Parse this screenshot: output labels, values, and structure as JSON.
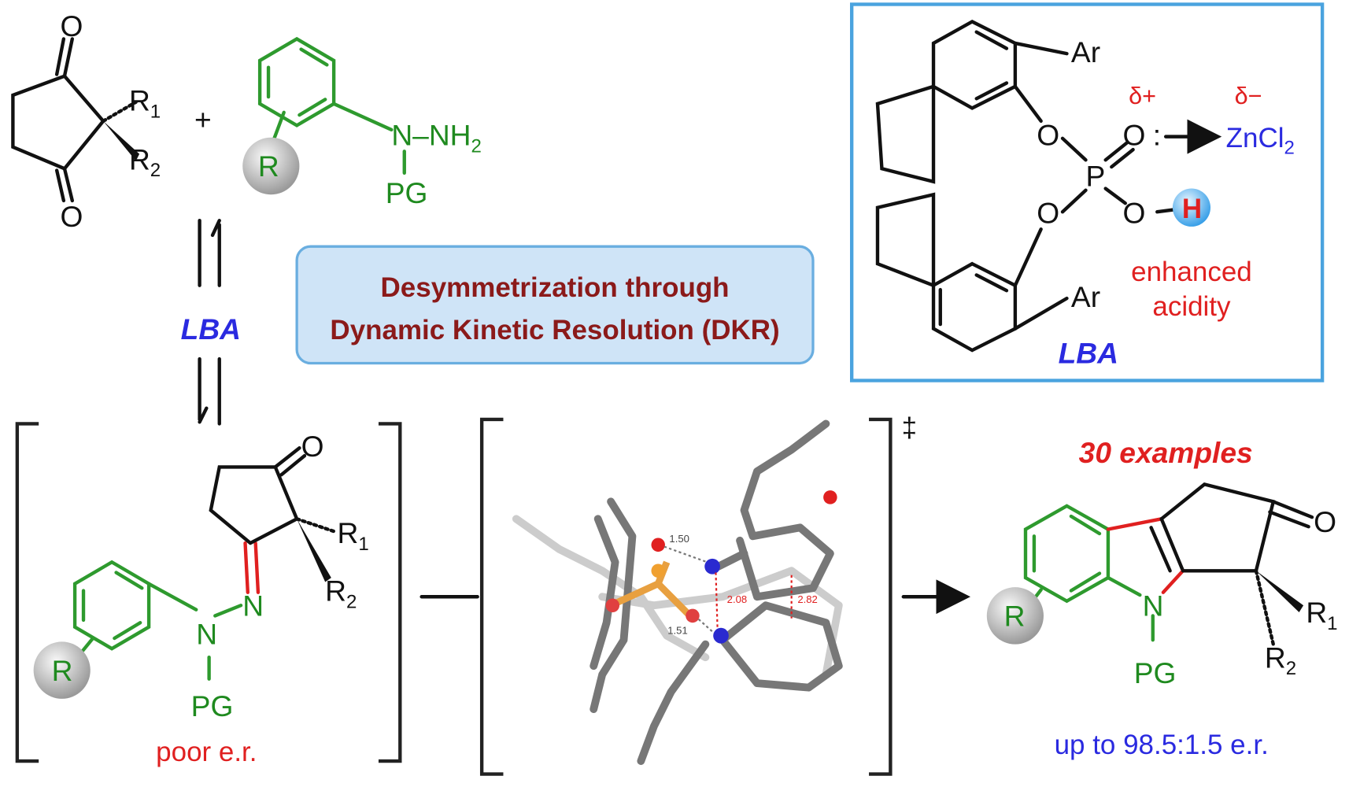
{
  "colors": {
    "green": "#1f8a1f",
    "red": "#e02020",
    "blue": "#2a2ae0",
    "dark_red": "#8b1a1a",
    "box_fill": "#cfe4f7",
    "box_border": "#4aa3df"
  },
  "reactant_dione": {
    "o_top": "O",
    "o_bottom": "O",
    "r1": {
      "main": "R",
      "sub": "1"
    },
    "r2": {
      "main": "R",
      "sub": "2"
    }
  },
  "plus": "+",
  "hydrazine": {
    "nh2": {
      "main": "N–NH",
      "sub": "2"
    },
    "pg": "PG",
    "r": "R"
  },
  "catalyst_label_left": "LBA",
  "dkr_box": {
    "line1": "Desymmetrization through",
    "line2": "Dynamic Kinetic Resolution (DKR)"
  },
  "lba_box": {
    "ar_top": "Ar",
    "ar_bottom": "Ar",
    "o1": "O",
    "o2": "O",
    "p": "P",
    "o_eq": "O",
    "o_h": "O",
    "h": "H",
    "delta_plus": "δ+",
    "delta_minus": "δ−",
    "zncl2": {
      "main": "ZnCl",
      "sub": "2"
    },
    "colon": ":",
    "enhanced": "enhanced",
    "acidity": "acidity",
    "title": "LBA"
  },
  "intermediate": {
    "o": "O",
    "r1": {
      "main": "R",
      "sub": "1"
    },
    "r2": {
      "main": "R",
      "sub": "2"
    },
    "n1": "N",
    "n2": "N",
    "pg": "PG",
    "r": "R",
    "note": "poor e.r."
  },
  "transition_state": {
    "dagger": "‡",
    "distances": [
      "1.50",
      "2.08",
      "2.82",
      "1.51"
    ]
  },
  "product": {
    "headline": "30 examples",
    "o": "O",
    "n": "N",
    "pg": "PG",
    "r": "R",
    "r1": {
      "main": "R",
      "sub": "1"
    },
    "r2": {
      "main": "R",
      "sub": "2"
    },
    "er": "up to 98.5:1.5 e.r."
  }
}
